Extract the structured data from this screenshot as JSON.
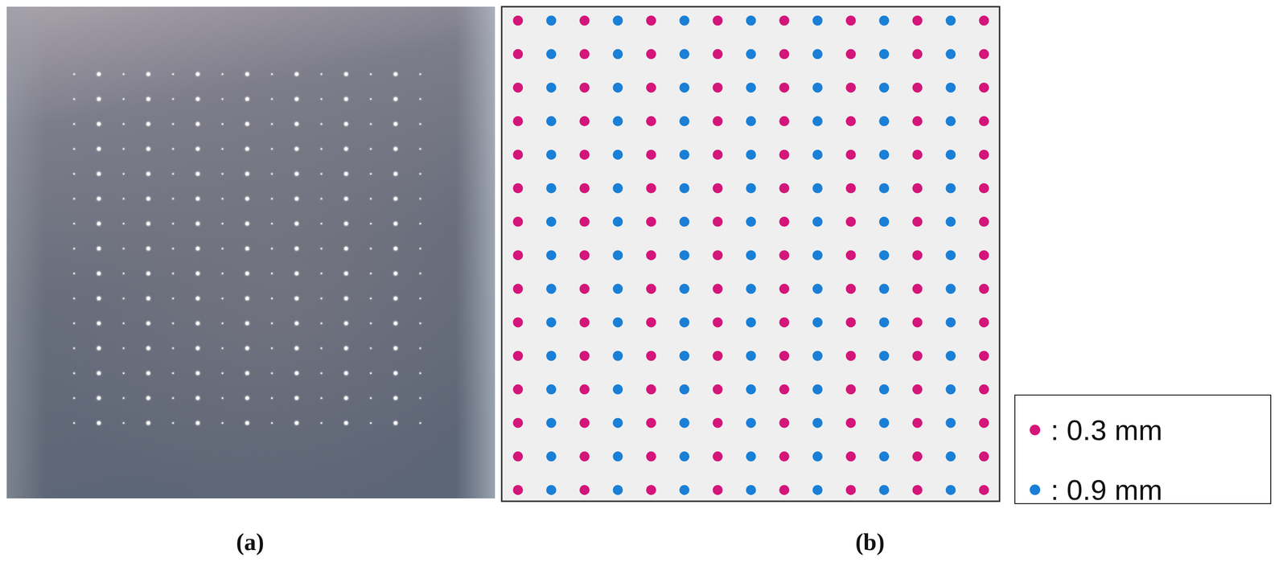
{
  "diagram": {
    "labels": [
      "(a)",
      "(b)"
    ],
    "legend": [
      {
        "text": ": 0.3 mm",
        "color": "#d4157a"
      },
      {
        "text": ": 0.9 mm",
        "color": "#1a7fd6"
      }
    ]
  }
}
